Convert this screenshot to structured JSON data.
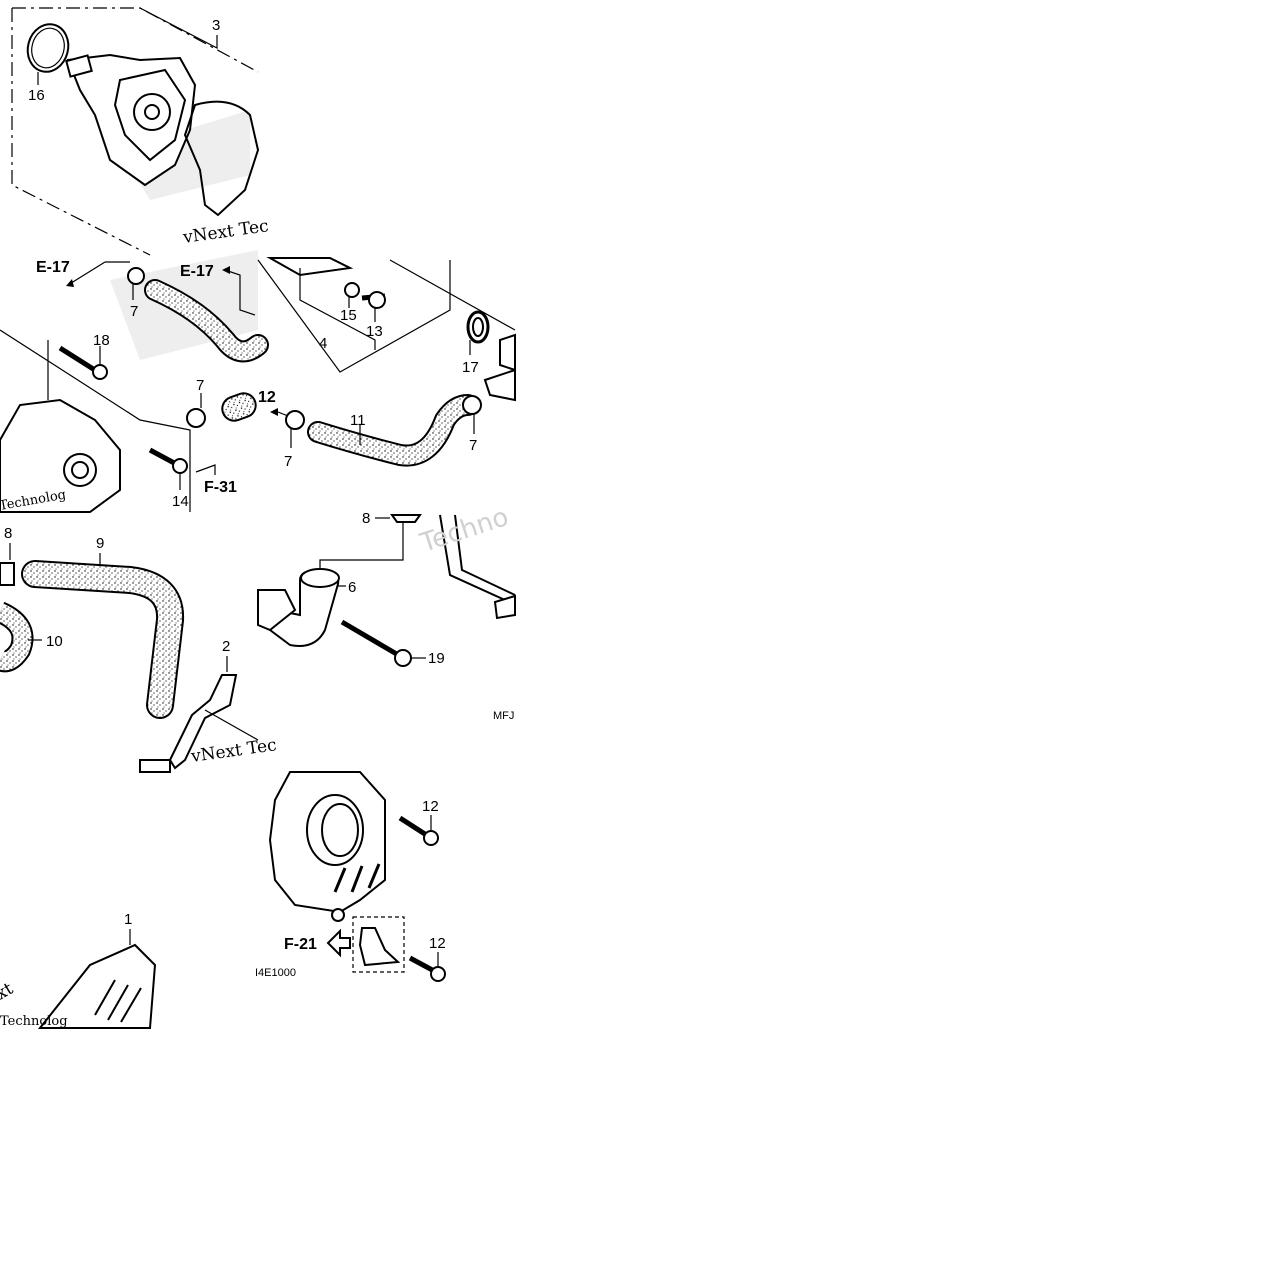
{
  "labels": {
    "n1": "1",
    "n2": "2",
    "n3": "3",
    "n4": "4",
    "n6": "6",
    "n7a": "7",
    "n7b": "7",
    "n7c": "7",
    "n7d": "7",
    "n8a": "8",
    "n8b": "8",
    "n9": "9",
    "n10": "10",
    "n11": "11",
    "n12a": "12",
    "n12b": "12",
    "n12c": "12",
    "n13": "13",
    "n14": "14",
    "n15": "15",
    "n16": "16",
    "n17": "17",
    "n18": "18",
    "n19": "19"
  },
  "refs": {
    "e17a": "E-17",
    "e17b": "E-17",
    "f31": "F-31",
    "f21": "F-21"
  },
  "codes": {
    "mfj": "MFJ",
    "drawing_no": "I4E1000"
  },
  "watermarks": {
    "w1": "vNext Tec",
    "w2": "vNext Tec",
    "w3": "Techno",
    "w4": "Technolog",
    "w5": "xt"
  },
  "colors": {
    "line": "#000000",
    "background": "#ffffff",
    "watermark_logo": "#d0d0d0"
  }
}
